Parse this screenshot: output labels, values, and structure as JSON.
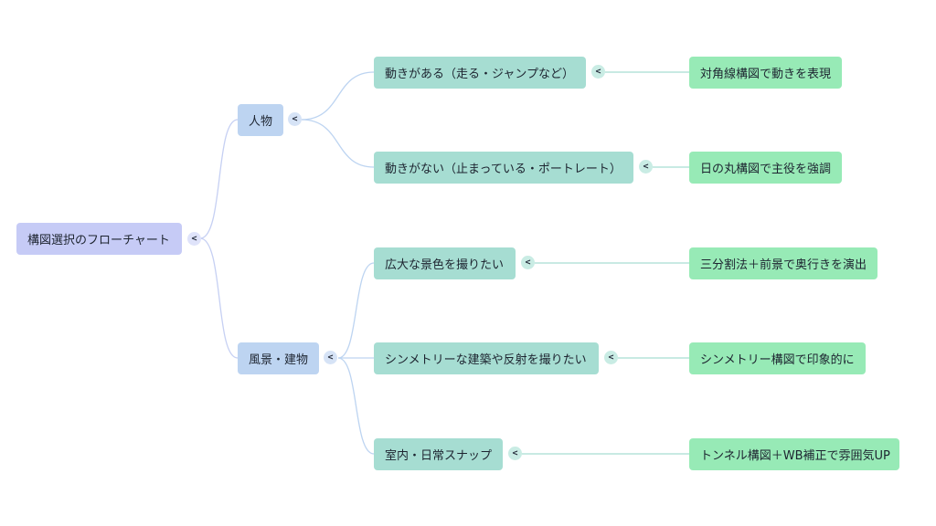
{
  "root": {
    "label": "構図選択のフローチャート"
  },
  "branches": {
    "person": {
      "label": "人物"
    },
    "landscape": {
      "label": "風景・建物"
    }
  },
  "conditions": {
    "moving": {
      "label": "動きがある（走る・ジャンプなど）"
    },
    "still": {
      "label": "動きがない（止まっている・ポートレート）"
    },
    "vast": {
      "label": "広大な景色を撮りたい"
    },
    "symmetry": {
      "label": "シンメトリーな建築や反射を撮りたい"
    },
    "indoor": {
      "label": "室内・日常スナップ"
    }
  },
  "results": {
    "diagonal": {
      "label": "対角線構図で動きを表現"
    },
    "center": {
      "label": "日の丸構図で主役を強調"
    },
    "thirds": {
      "label": "三分割法＋前景で奥行きを演出"
    },
    "symmetric": {
      "label": "シンメトリー構図で印象的に"
    },
    "tunnel": {
      "label": "トンネル構図＋WB補正で雰囲気UP"
    }
  },
  "toggle_glyph": "<",
  "colors": {
    "root": "#c6cbf6",
    "level1": "#bdd4f1",
    "level2": "#a6ddd2",
    "level3": "#97eab6",
    "link_to_level1": "#c6d0f3",
    "link_to_level2": "#bdd4f1",
    "link_to_level3": "#a6ddd2"
  }
}
